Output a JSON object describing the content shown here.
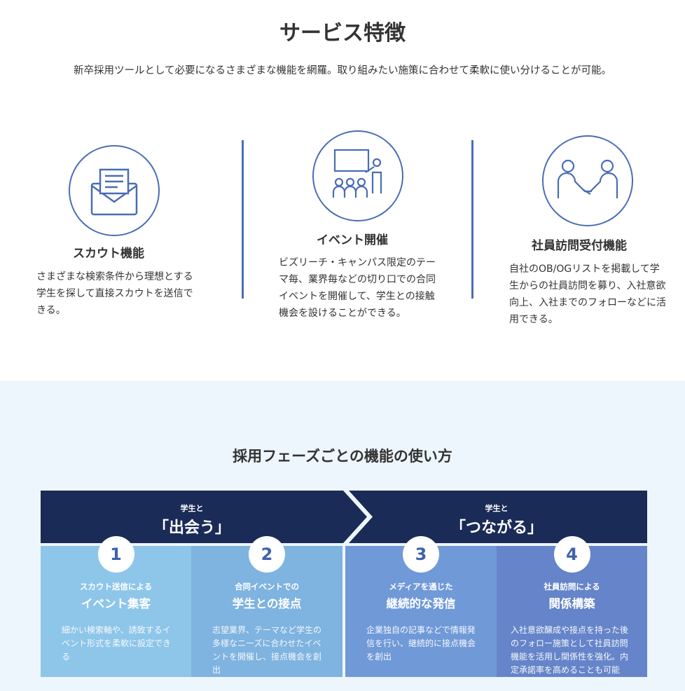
{
  "header": {
    "title": "サービス特徴",
    "subtitle": "新卒採用ツールとして必要になるさまざまな機能を網羅。取り組みたい施策に合わせて柔軟に使い分けることが可能。"
  },
  "features": [
    {
      "icon": "envelope-icon",
      "title": "スカウト機能",
      "desc": "さまざまな検索条件から理想とする学生を探して直接スカウトを送信できる。"
    },
    {
      "icon": "presentation-icon",
      "title": "イベント開催",
      "desc": "ビズリーチ・キャンパス限定のテーマ毎、業界毎などの切り口での合同イベントを開催して、学生との接触機会を設けることができる。"
    },
    {
      "icon": "handshake-icon",
      "title": "社員訪問受付機能",
      "desc": "自社のOB/OGリストを掲載して学生からの社員訪問を募り、入社意欲向上、入社までのフォローなどに活用できる。"
    }
  ],
  "phases": {
    "heading": "採用フェーズごとの機能の使い方",
    "groups": [
      {
        "small": "学生と",
        "large": "「出会う」"
      },
      {
        "small": "学生と",
        "large": "「つながる」"
      }
    ],
    "steps": [
      {
        "num": "1",
        "small": "スカウト送信による",
        "large": "イベント集客",
        "desc": "細かい検索軸や、誘致するイベント形式を柔軟に設定できる"
      },
      {
        "num": "2",
        "small": "合同イベントでの",
        "large": "学生との接点",
        "desc": "志望業界、テーマなど学生の多様なニーズに合わせたイベントを開催し、接点機会を創出"
      },
      {
        "num": "3",
        "small": "メディアを通じた",
        "large": "継続的な発信",
        "desc": "企業独自の記事などで情報発信を行い、継続的に接点機会を創出"
      },
      {
        "num": "4",
        "small": "社員訪問による",
        "large": "関係構築",
        "desc": "入社意欲醸成や接点を持った後のフォロー施策として社員訪問機能を活用し関係性を強化。内定承諾率を高めることも可能"
      }
    ]
  },
  "colors": {
    "navy": "#1b2b57",
    "accent": "#4a6db5",
    "step1": "#8ec6ea",
    "step2": "#7fb3e0",
    "step3": "#7099d8",
    "step4": "#6584c9"
  }
}
